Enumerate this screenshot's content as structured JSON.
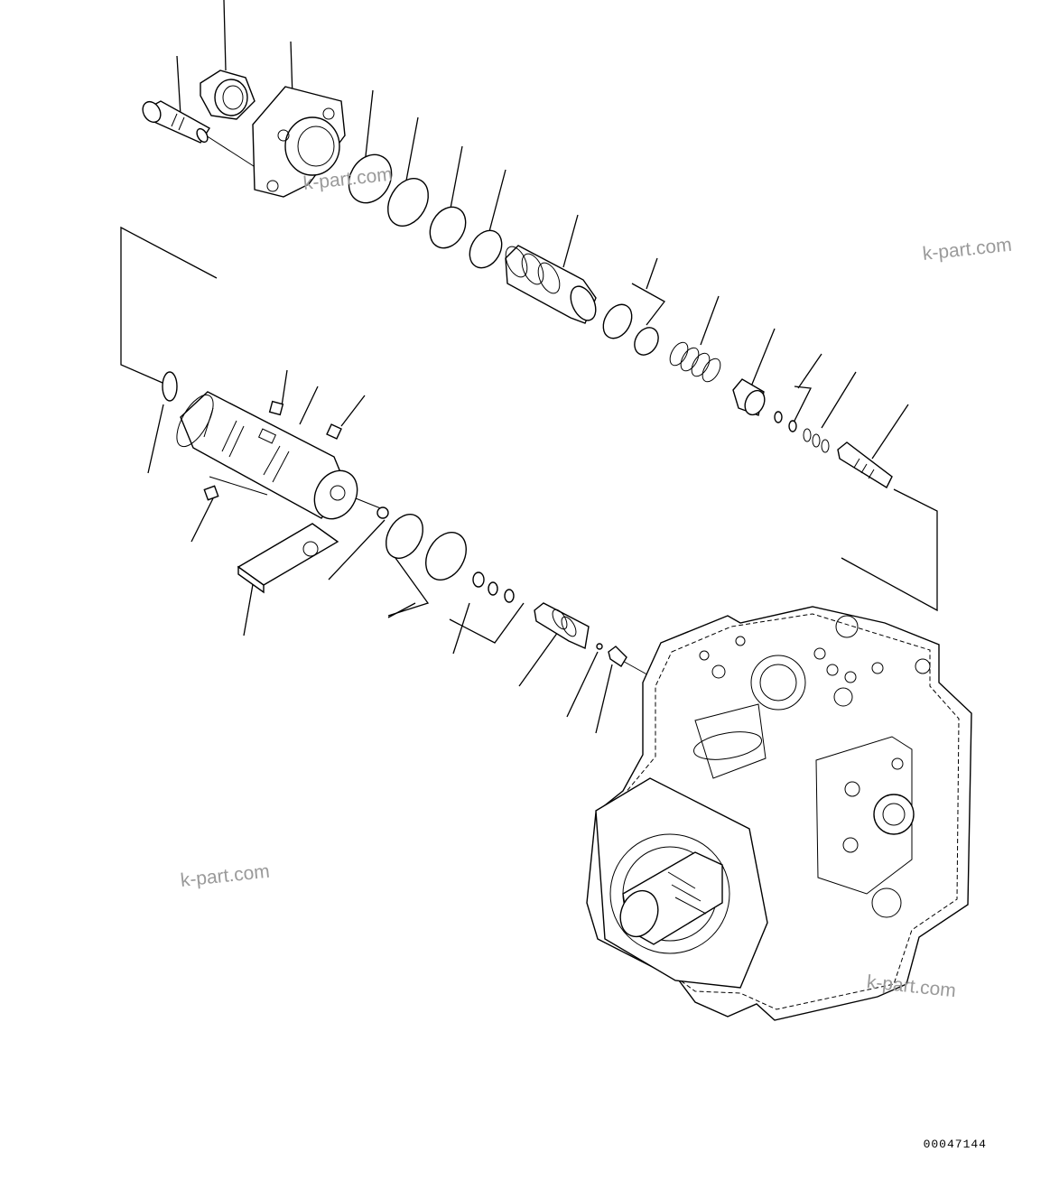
{
  "watermarks": [
    "k-part.com",
    "k-part.com",
    "k-part.com",
    "k-part.com"
  ],
  "reference_code": "00047144"
}
